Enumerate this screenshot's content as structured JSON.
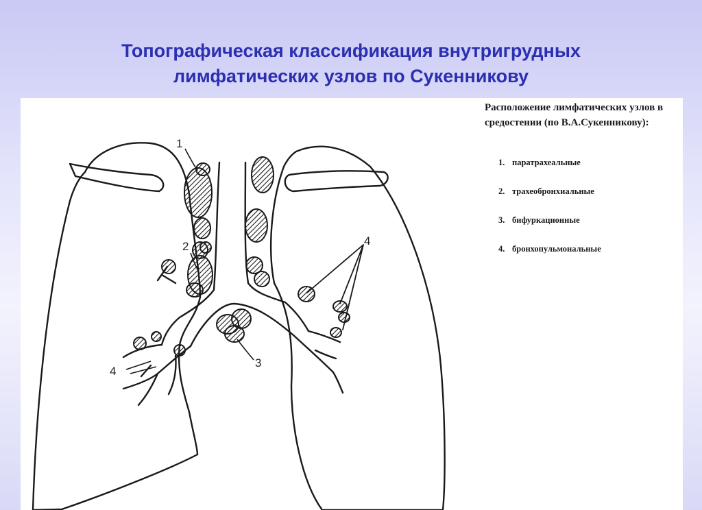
{
  "title": {
    "line1": "Топографическая классификация внутригрудных",
    "line2": "лимфатических узлов по Сукенникову"
  },
  "legend": {
    "heading": "Расположение лимфатических узлов в средостении (по В.А.Сукенникову):",
    "items": [
      {
        "num": "1.",
        "label": "паратрахеальные"
      },
      {
        "num": "2.",
        "label": "трахеобронхиальные"
      },
      {
        "num": "3.",
        "label": "бифуркационные"
      },
      {
        "num": "4.",
        "label": "бронхопульмональные"
      }
    ]
  },
  "diagram": {
    "labels": {
      "n1": "1",
      "n2": "2",
      "n3": "3",
      "n4_left": "4",
      "n4_right": "4"
    }
  },
  "colors": {
    "title": "#2b2fb0",
    "line": "#1a1a1a",
    "panel": "#ffffff"
  }
}
